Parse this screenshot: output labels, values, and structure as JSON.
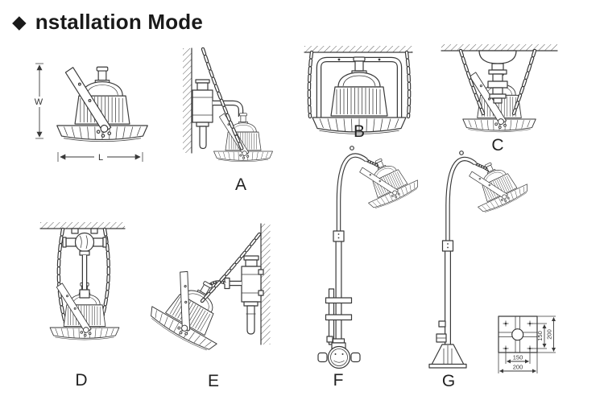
{
  "header": {
    "bullet_icon": "◆",
    "title": "nstallation Mode"
  },
  "figures": {
    "dimension_view": {
      "width_label": "W",
      "length_label": "L"
    },
    "mode_a": {
      "label": "A"
    },
    "mode_b": {
      "label": "B"
    },
    "mode_c": {
      "label": "C"
    },
    "mode_d": {
      "label": "D"
    },
    "mode_e": {
      "label": "E"
    },
    "mode_f": {
      "label": "F"
    },
    "mode_g": {
      "label": "G"
    },
    "base_plate": {
      "bolt_spacing_x": "150",
      "plate_width": "200",
      "bolt_spacing_y": "150",
      "plate_height": "200"
    }
  },
  "colors": {
    "line": "#3a3a3a",
    "label_text": "#222222",
    "title_text": "#1a1a1a",
    "background": "#ffffff"
  }
}
